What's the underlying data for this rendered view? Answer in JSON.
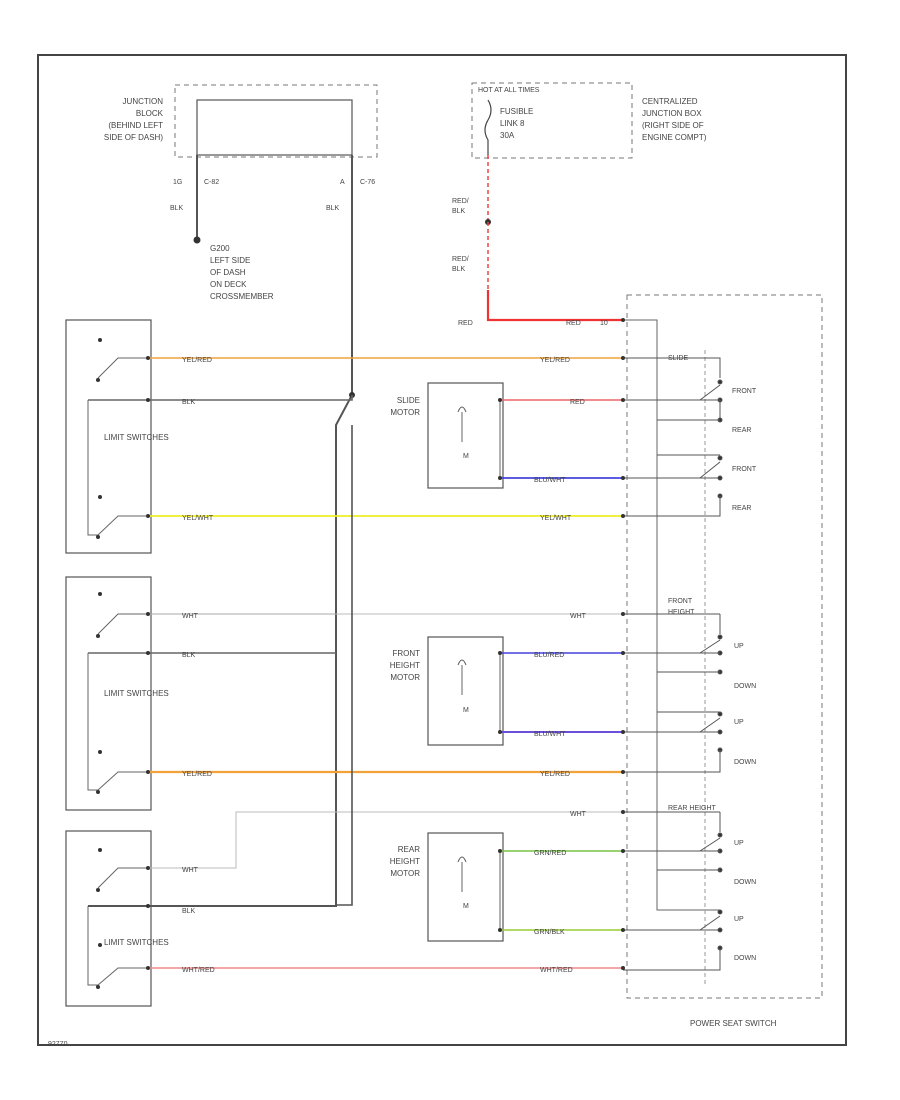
{
  "junction_block": {
    "lines": [
      "JUNCTION",
      "BLOCK",
      "(BEHIND LEFT",
      "SIDE OF DASH)"
    ]
  },
  "connector_left": {
    "pin": "1G",
    "name": "C-82"
  },
  "connector_right": {
    "pin": "A",
    "name": "C-76"
  },
  "ground_point": {
    "lines": [
      "G200",
      "LEFT SIDE",
      "OF DASH",
      "ON DECK",
      "CROSSMEMBER"
    ]
  },
  "fuse": {
    "title": "HOT AT ALL TIMES",
    "lines": [
      "FUSIBLE",
      "LINK 8",
      "30A"
    ]
  },
  "centralized_jb": {
    "lines": [
      "CENTRALIZED",
      "JUNCTION BOX",
      "(RIGHT SIDE OF",
      "ENGINE COMPT)"
    ]
  },
  "motors": {
    "slide": {
      "lines": [
        "SLIDE",
        "MOTOR"
      ],
      "mark": "M"
    },
    "front_height": {
      "lines": [
        "FRONT",
        "HEIGHT",
        "MOTOR"
      ],
      "mark": "M"
    },
    "rear_height": {
      "lines": [
        "REAR",
        "HEIGHT",
        "MOTOR"
      ],
      "mark": "M"
    }
  },
  "limit_switches": [
    "LIMIT SWITCHES",
    "LIMIT SWITCHES",
    "LIMIT SWITCHES"
  ],
  "switch_labels": {
    "slide": "SLIDE",
    "front": "FRONT",
    "rear": "REAR",
    "front_height": [
      "FRONT",
      "HEIGHT"
    ],
    "rear_height": "REAR HEIGHT",
    "up": "UP",
    "down": "DOWN"
  },
  "power_seat_switch": "POWER SEAT SWITCH",
  "diagram_id": "92770",
  "wire_labels": {
    "blk": "BLK",
    "red_blk": [
      "RED/",
      "BLK"
    ],
    "red": "RED",
    "yel_red": "YEL/RED",
    "yel_wht": "YEL/WHT",
    "wht": "WHT",
    "blu_wht": "BLU/WHT",
    "blu_red": "BLU/RED",
    "grn_red": "GRN/RED",
    "grn_blk": "GRN/BLK",
    "wht_red": "WHT/RED"
  },
  "colors": {
    "red": "#ee3333",
    "orange": "#f2a23a",
    "yellow": "#eeee22",
    "blue": "#4444dd",
    "purple": "#6a4fd8",
    "green": "#77c444",
    "pink": "#ee8888",
    "gray": "#777777",
    "light_gray": "#aaaaaa"
  }
}
